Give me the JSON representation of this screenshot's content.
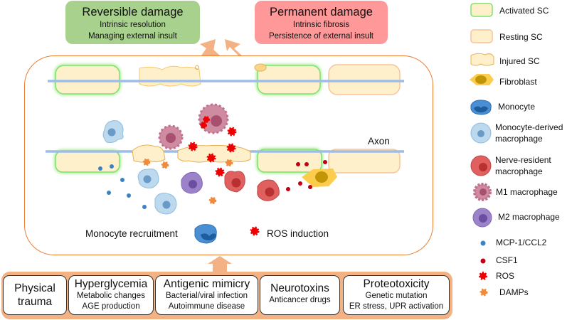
{
  "outcomes": {
    "reversible": {
      "title": "Reversible damage",
      "lines": [
        "Intrinsic resolution",
        "Managing external insult"
      ],
      "color": "#a9d18e"
    },
    "permanent": {
      "title": "Permanent damage",
      "lines": [
        "Intrinsic fibrosis",
        "Persistence of external insult"
      ],
      "color": "#ff9999"
    }
  },
  "diagram": {
    "axon_label": "Axon",
    "monocyte_recruitment_label": "Monocyte recruitment",
    "ros_induction_label": "ROS induction",
    "container_border_color": "#ed7d31",
    "arrow_color": "#f4b183"
  },
  "causes": [
    {
      "title": "Physical trauma",
      "lines": []
    },
    {
      "title": "Hyperglycemia",
      "lines": [
        "Metabolic changes",
        "AGE production"
      ]
    },
    {
      "title": "Antigenic mimicry",
      "lines": [
        "Bacterial/viral infection",
        "Autoimmune disease"
      ]
    },
    {
      "title": "Neurotoxins",
      "lines": [
        "Anticancer drugs"
      ]
    },
    {
      "title": "Proteotoxicity",
      "lines": [
        "Genetic mutation",
        "ER stress, UPR activation"
      ]
    }
  ],
  "legend": [
    {
      "icon": "activated-sc-icon",
      "label": "Activated SC"
    },
    {
      "icon": "resting-sc-icon",
      "label": "Resting SC"
    },
    {
      "icon": "injured-sc-icon",
      "label": "Injured SC"
    },
    {
      "icon": "fibroblast-icon",
      "label": "Fibroblast"
    },
    {
      "icon": "monocyte-icon",
      "label": "Monocyte"
    },
    {
      "icon": "monocyte-derived-macrophage-icon",
      "label": "Monocyte-derived",
      "label2": "macrophage"
    },
    {
      "icon": "nerve-resident-macrophage-icon",
      "label": "Nerve-resident",
      "label2": "macrophage"
    },
    {
      "icon": "m1-macrophage-icon",
      "label": "M1 macrophage"
    },
    {
      "icon": "m2-macrophage-icon",
      "label": "M2 macrophage"
    },
    {
      "icon": "mcp1-dot-icon",
      "label": "MCP-1/CCL2"
    },
    {
      "icon": "csf1-dot-icon",
      "label": "CSF1"
    },
    {
      "icon": "ros-icon",
      "label": "ROS"
    },
    {
      "icon": "damps-icon",
      "label": "DAMPs"
    }
  ],
  "colors": {
    "activated_border": "#7be26c",
    "sc_fill": "#fff0cc",
    "resting_border": "#f8c49a",
    "axon": "#9dbde8",
    "monocyte": "#4a8fd4",
    "mdm": "#bcd9ee",
    "nerve_resident": "#e06060",
    "m1": "#cf8ba0",
    "m2": "#9b82c9",
    "mcp1": "#3b82c4",
    "csf1": "#c00018",
    "ros": "#ee0000",
    "damps": "#f08a3c",
    "fibroblast": "#fccc4d"
  }
}
